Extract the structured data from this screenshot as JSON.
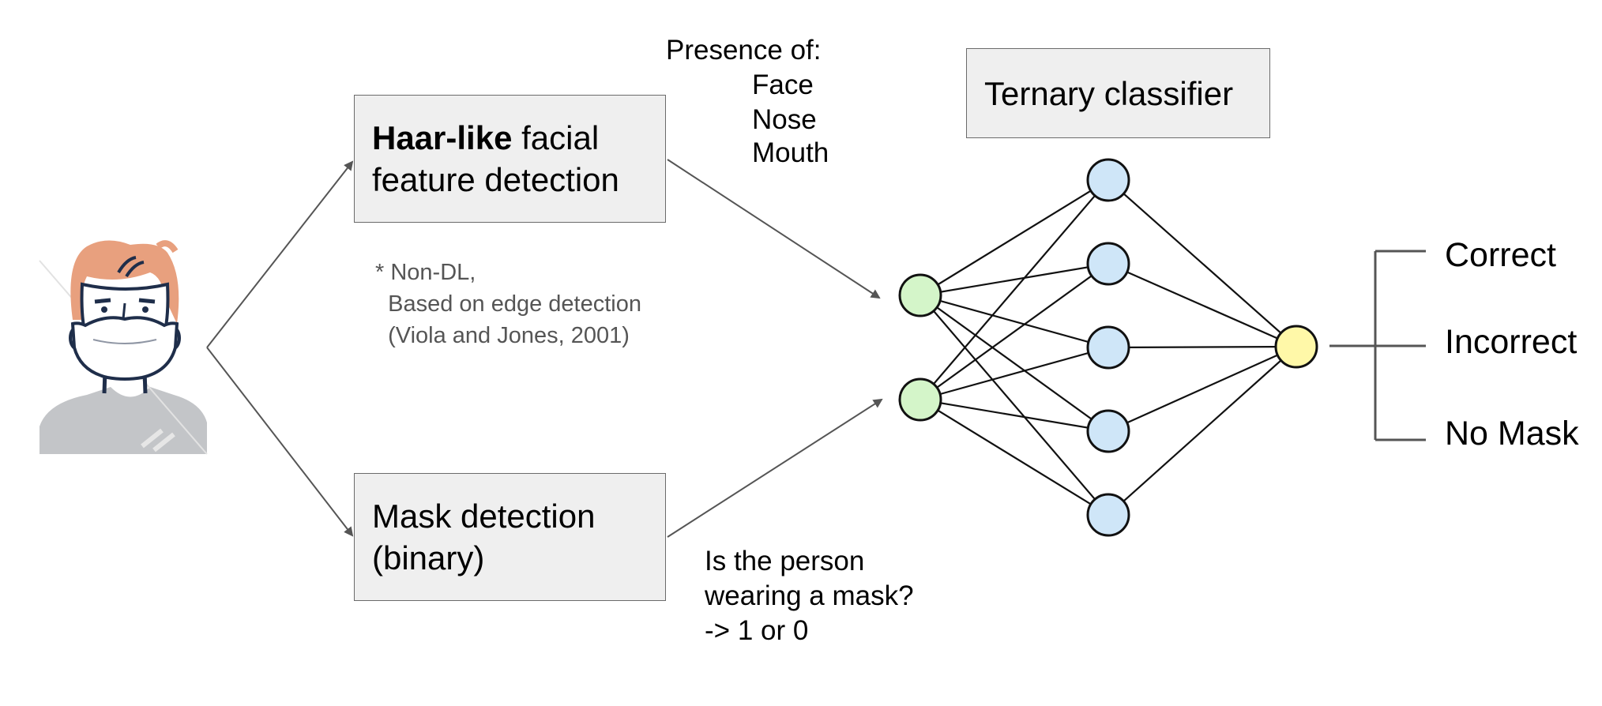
{
  "haar_box": {
    "title_bold": "Haar-like",
    "title_rest": " facial",
    "title_line2": "feature detection"
  },
  "haar_note": {
    "line1": "* Non-DL,",
    "line2": "  Based on edge detection",
    "line3": "  (Viola and Jones, 2001)"
  },
  "mask_box": {
    "line1": "Mask detection",
    "line2": "(binary)"
  },
  "presence": {
    "header": "Presence of:",
    "items": [
      "Face",
      "Nose",
      "Mouth"
    ]
  },
  "mask_question": {
    "line1": "Is the person",
    "line2": "wearing a mask?",
    "line3": "-> 1 or 0"
  },
  "classifier": {
    "title": "Ternary classifier"
  },
  "outputs": [
    "Correct",
    "Incorrect",
    "No Mask"
  ],
  "network": {
    "input_nodes": 2,
    "hidden_nodes": 5,
    "output_nodes": 1
  },
  "colors": {
    "box_fill": "#efefef",
    "input_node": "#d4f5c9",
    "hidden_node": "#cfe6f8",
    "output_node": "#fff8a8",
    "skin": "#ffffff",
    "hair": "#e8a07e",
    "shirt": "#c3c5c8",
    "outline": "#1f2e4a"
  }
}
